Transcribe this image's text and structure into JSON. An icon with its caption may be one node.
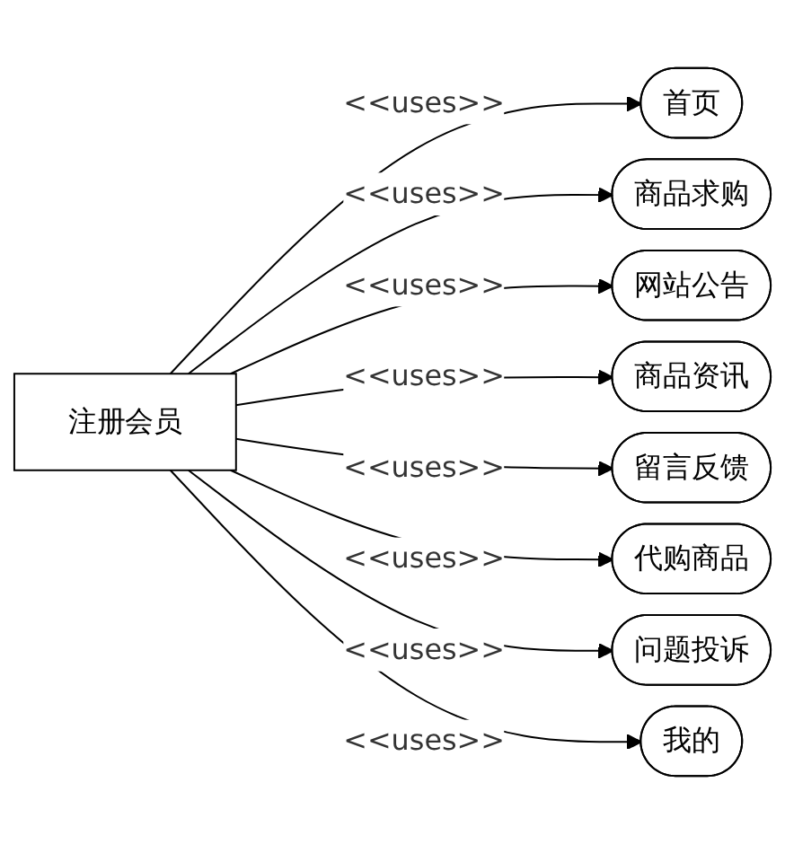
{
  "diagram": {
    "nodes": [
      {
        "text": [
          "注册会员"
        ]
      },
      {
        "text": [
          "首页"
        ]
      },
      {
        "text": [
          "商品求购"
        ]
      },
      {
        "text": [
          "网站公告"
        ]
      },
      {
        "text": [
          "商品资讯"
        ]
      },
      {
        "text": [
          "留言反馈"
        ]
      },
      {
        "text": [
          "代购商品"
        ]
      },
      {
        "text": [
          "问题投诉"
        ]
      },
      {
        "text": [
          "我的"
        ]
      }
    ],
    "edges": [
      {
        "from": 0,
        "to": 1,
        "arrow": "to",
        "label": "<<uses>>"
      },
      {
        "from": 0,
        "to": 2,
        "arrow": "to",
        "label": "<<uses>>"
      },
      {
        "from": 0,
        "to": 3,
        "arrow": "to",
        "label": "<<uses>>"
      },
      {
        "from": 0,
        "to": 4,
        "arrow": "to",
        "label": "<<uses>>"
      },
      {
        "from": 0,
        "to": 5,
        "arrow": "to",
        "label": "<<uses>>"
      },
      {
        "from": 0,
        "to": 6,
        "arrow": "to",
        "label": "<<uses>>"
      },
      {
        "from": 0,
        "to": 7,
        "arrow": "to",
        "label": "<<uses>>"
      },
      {
        "from": 0,
        "to": 8,
        "arrow": "to",
        "label": "<<uses>>"
      }
    ]
  }
}
